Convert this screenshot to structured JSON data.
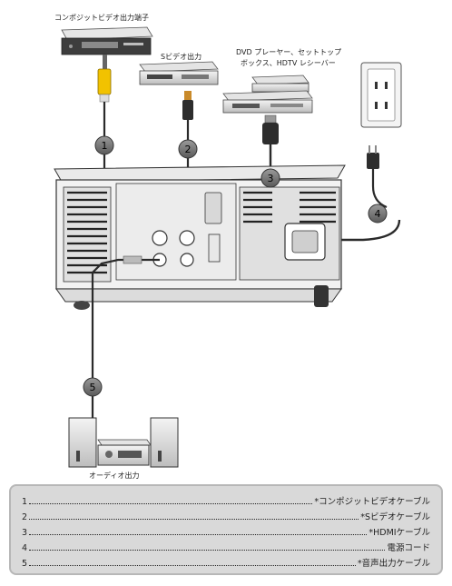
{
  "devices": {
    "composite_output": "コンポジットビデオ出力端子",
    "s_video_output": "Sビデオ出力",
    "dvd_player_line1": "DVD プレーヤー、セットトップ",
    "dvd_player_line2": "ボックス、HDTV レシーバー",
    "audio_output": "オーディオ出力"
  },
  "callouts": [
    "1",
    "2",
    "3",
    "4",
    "5"
  ],
  "legend": [
    {
      "number": "1",
      "label": "*コンポジットビデオケーブル"
    },
    {
      "number": "2",
      "label": "*Sビデオケーブル"
    },
    {
      "number": "3",
      "label": "*HDMIケーブル"
    },
    {
      "number": "4",
      "label": "電源コード"
    },
    {
      "number": "5",
      "label": "*音声出力ケーブル"
    }
  ],
  "colors": {
    "composite_plug": "#f2c200",
    "callout_fill": "#7a7a7a",
    "legend_bg": "#d9d9d9",
    "legend_border": "#b7b7b7"
  }
}
